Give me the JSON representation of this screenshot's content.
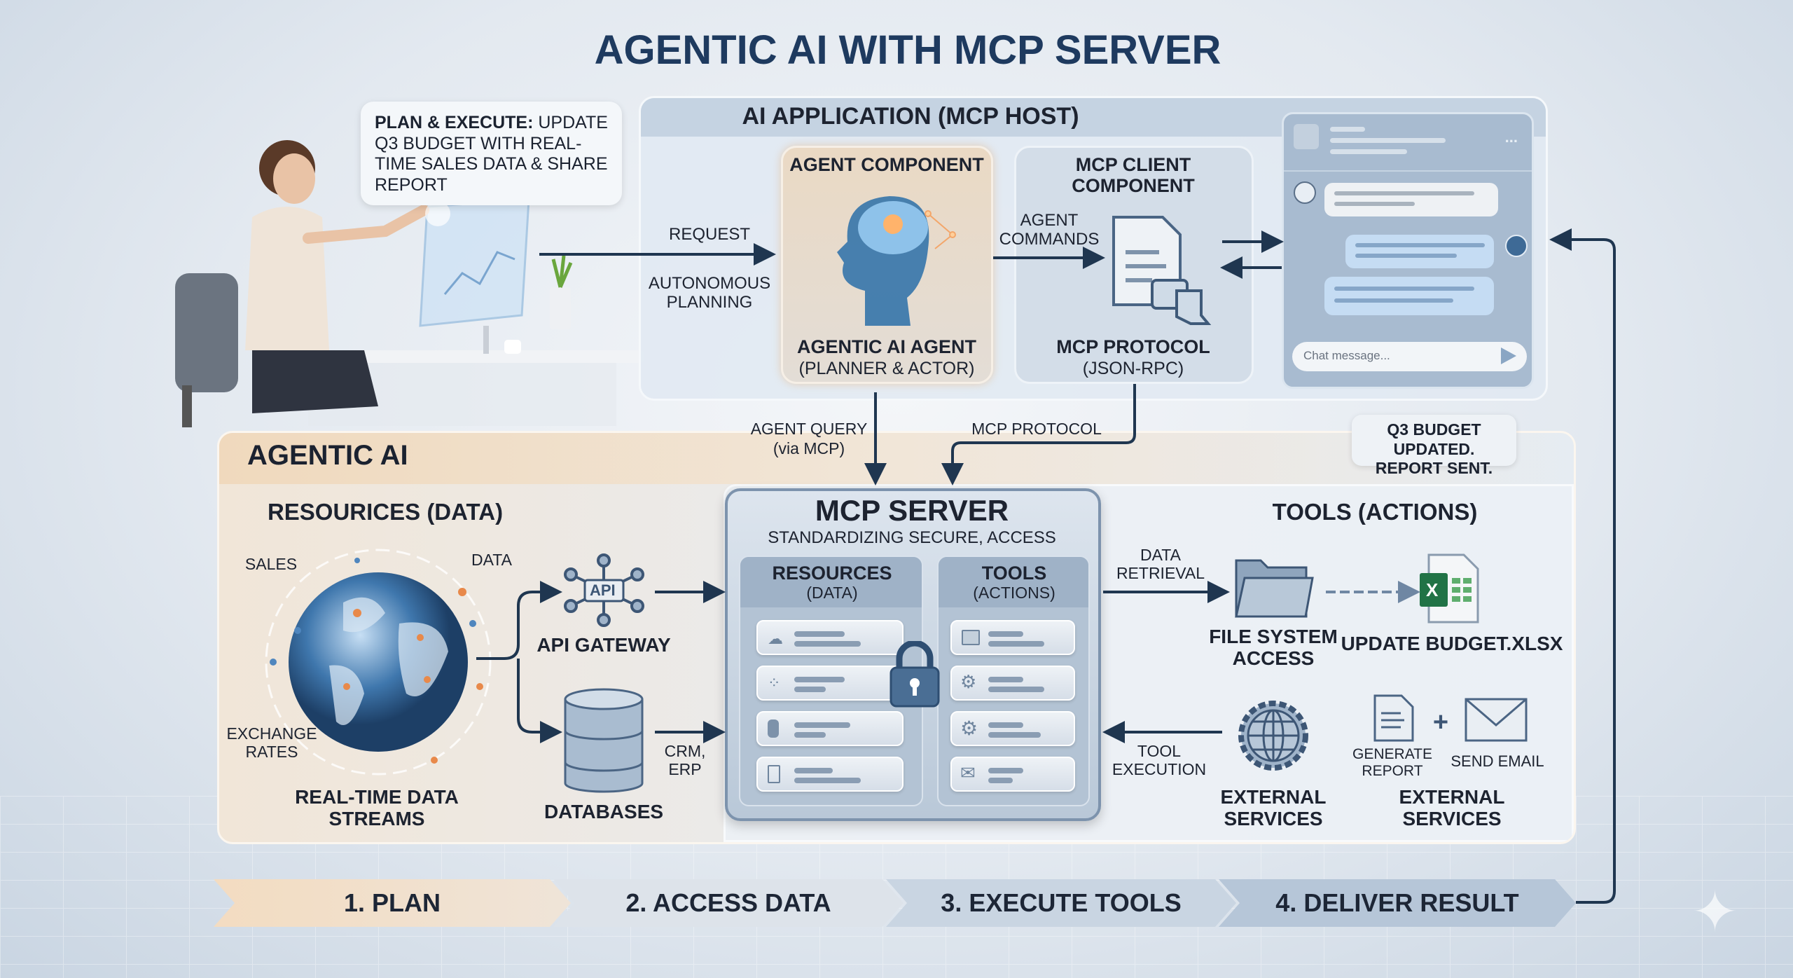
{
  "title": "AGENTIC AI WITH MCP SERVER",
  "user_request": {
    "lead": "PLAN & EXECUTE:",
    "text": " UPDATE Q3 BUDGET WITH REAL-TIME SALES DATA & SHARE REPORT"
  },
  "host": {
    "title": "AI APPLICATION (MCP HOST)",
    "agent_component": {
      "title": "AGENT COMPONENT",
      "name": "AGENTIC AI AGENT",
      "role": "(PLANNER & ACTOR)"
    },
    "mcp_client": {
      "title": "MCP CLIENT COMPONENT",
      "protocol": "MCP PROTOCOL",
      "protocol_sub": "(JSON-RPC)"
    },
    "chat": {
      "placeholder": "Chat message...",
      "more": "..."
    }
  },
  "labels": {
    "request": "REQUEST",
    "autonomous_planning": "AUTONOMOUS PLANNING",
    "agent_commands": "AGENT COMMANDS",
    "agent_query": "AGENT QUERY",
    "agent_query_sub": "(via MCP)",
    "mcp_protocol": "MCP PROTOCOL",
    "result": "Q3 BUDGET UPDATED. REPORT SENT."
  },
  "agentic": {
    "title": "AGENTIC AI",
    "resources": {
      "title": "RESOURICES (DATA)",
      "sales": "SALES",
      "data": "DATA",
      "exchange_rates": "EXCHANGE RATES",
      "streams": "REAL-TIME DATA STREAMS",
      "api_gateway": "API GATEWAY",
      "api_glyph": "API",
      "databases": "DATABASES",
      "crm_erp": "CRM, ERP"
    },
    "server": {
      "title": "MCP SERVER",
      "subtitle": "STANDARDIZING SECURE, ACCESS",
      "resources": "RESOURCES",
      "resources_sub": "(DATA)",
      "tools": "TOOLS",
      "tools_sub": "(ACTIONS)"
    },
    "tools": {
      "title": "TOOLS (ACTIONS)",
      "data_retrieval": "DATA RETRIEVAL",
      "file_system": "FILE SYSTEM ACCESS",
      "update_budget": "UPDATE BUDGET.XLSX",
      "tool_execution": "TOOL EXECUTION",
      "external_services": "EXTERNAL SERVICES",
      "generate_report": "GENERATE REPORT",
      "plus": "+",
      "send_email": "SEND EMAIL",
      "external_services_2": "EXTERNAL SERVICES",
      "excel_glyph": "X"
    }
  },
  "steps": [
    "1. PLAN",
    "2. ACCESS DATA",
    "3. EXECUTE TOOLS",
    "4. DELIVER RESULT"
  ],
  "colors": {
    "title": "#1e3a5f",
    "arrow": "#1f3650",
    "accent_orange": "#e8894a",
    "excel_green": "#217346"
  }
}
